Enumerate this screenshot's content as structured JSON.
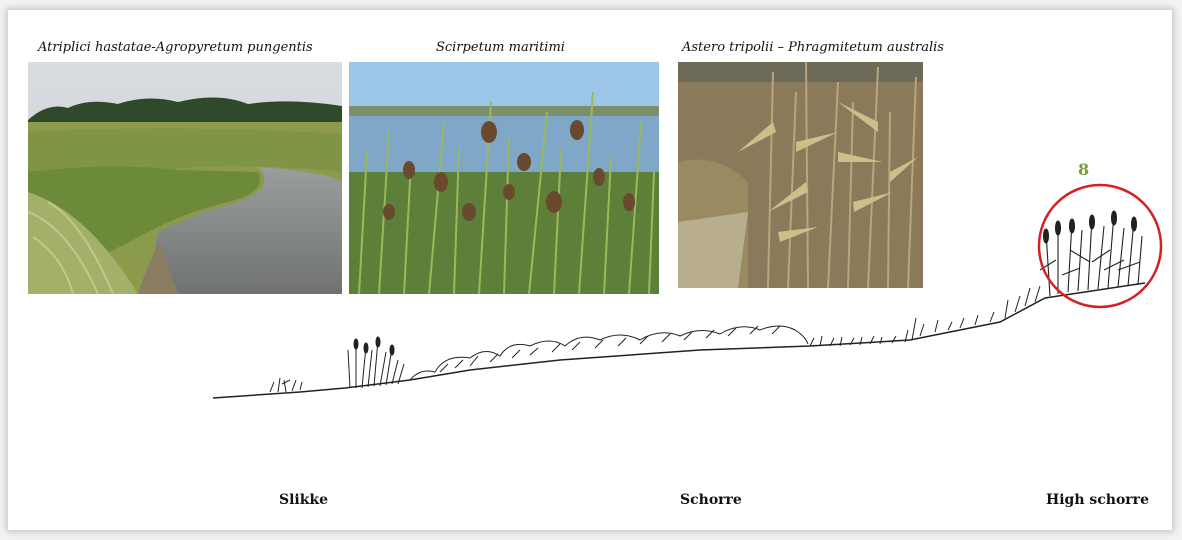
{
  "captions": {
    "photo1": "Atriplici hastatae-Agropyretum pungentis",
    "photo2": "Scirpetum maritimi",
    "photo3": "Astero tripolii – Phragmitetum australis"
  },
  "highlight_number": "8",
  "zones": {
    "slikke": "Slikke",
    "schorre": "Schorre",
    "high_schorre": "High schorre"
  },
  "colors": {
    "highlight_circle": "#d42020",
    "highlight_number": "#7aa03a"
  }
}
